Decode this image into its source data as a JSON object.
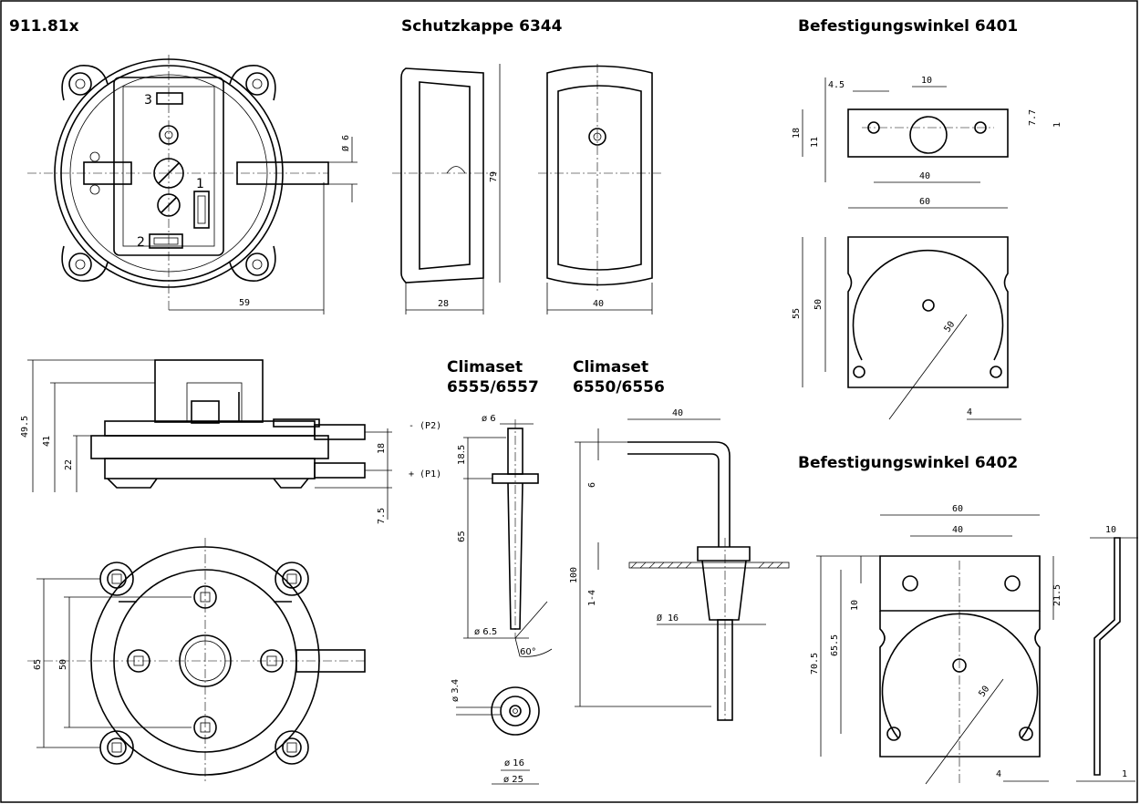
{
  "headings": {
    "main": "911.81x",
    "cap": "Schutzkappe 6344",
    "bracket1": "Befestigungswinkel 6401",
    "bracket2": "Befestigungswinkel 6402",
    "clima1_line1": "Climaset",
    "clima1_line2": "6555/6557",
    "clima2_line1": "Climaset",
    "clima2_line2": "6550/6556"
  },
  "dims": {
    "top_phi6": "Ø 6",
    "top_59": "59",
    "contact_1": "1",
    "contact_2": "2",
    "contact_3": "3",
    "side_495": "49.5",
    "side_41": "41",
    "side_22": "22",
    "side_18": "18",
    "side_75": "7.5",
    "port_p2": "- (P2)",
    "port_p1": "+ (P1)",
    "bottom_65": "65",
    "bottom_50": "50",
    "cap_79": "79",
    "cap_28": "28",
    "cap_40": "40",
    "b1_45": "4.5",
    "b1_10": "10",
    "b1_18": "18",
    "b1_11": "11",
    "b1_77": "7.7",
    "b1_1": "1",
    "b1_40": "40",
    "b1_60": "60",
    "b1_55": "55",
    "b1_50v": "50",
    "b1_50r": "50",
    "b1_4": "4",
    "c1_phi6": "ø 6",
    "c1_185": "18.5",
    "c1_65": "65",
    "c1_phi65": "ø 6.5",
    "c1_60deg": "60°",
    "c1_phi34": "ø 3.4",
    "c1_phi16": "ø 16",
    "c1_phi25": "ø 25",
    "c2_40": "40",
    "c2_6": "6",
    "c2_100": "100",
    "c2_14": "1-4",
    "c2_phi16": "Ø 16",
    "b2_60": "60",
    "b2_40": "40",
    "b2_10": "10",
    "b2_215": "21.5",
    "b2_705": "70.5",
    "b2_655": "65.5",
    "b2_10b": "10",
    "b2_50": "50",
    "b2_4": "4",
    "b2_1": "1"
  }
}
